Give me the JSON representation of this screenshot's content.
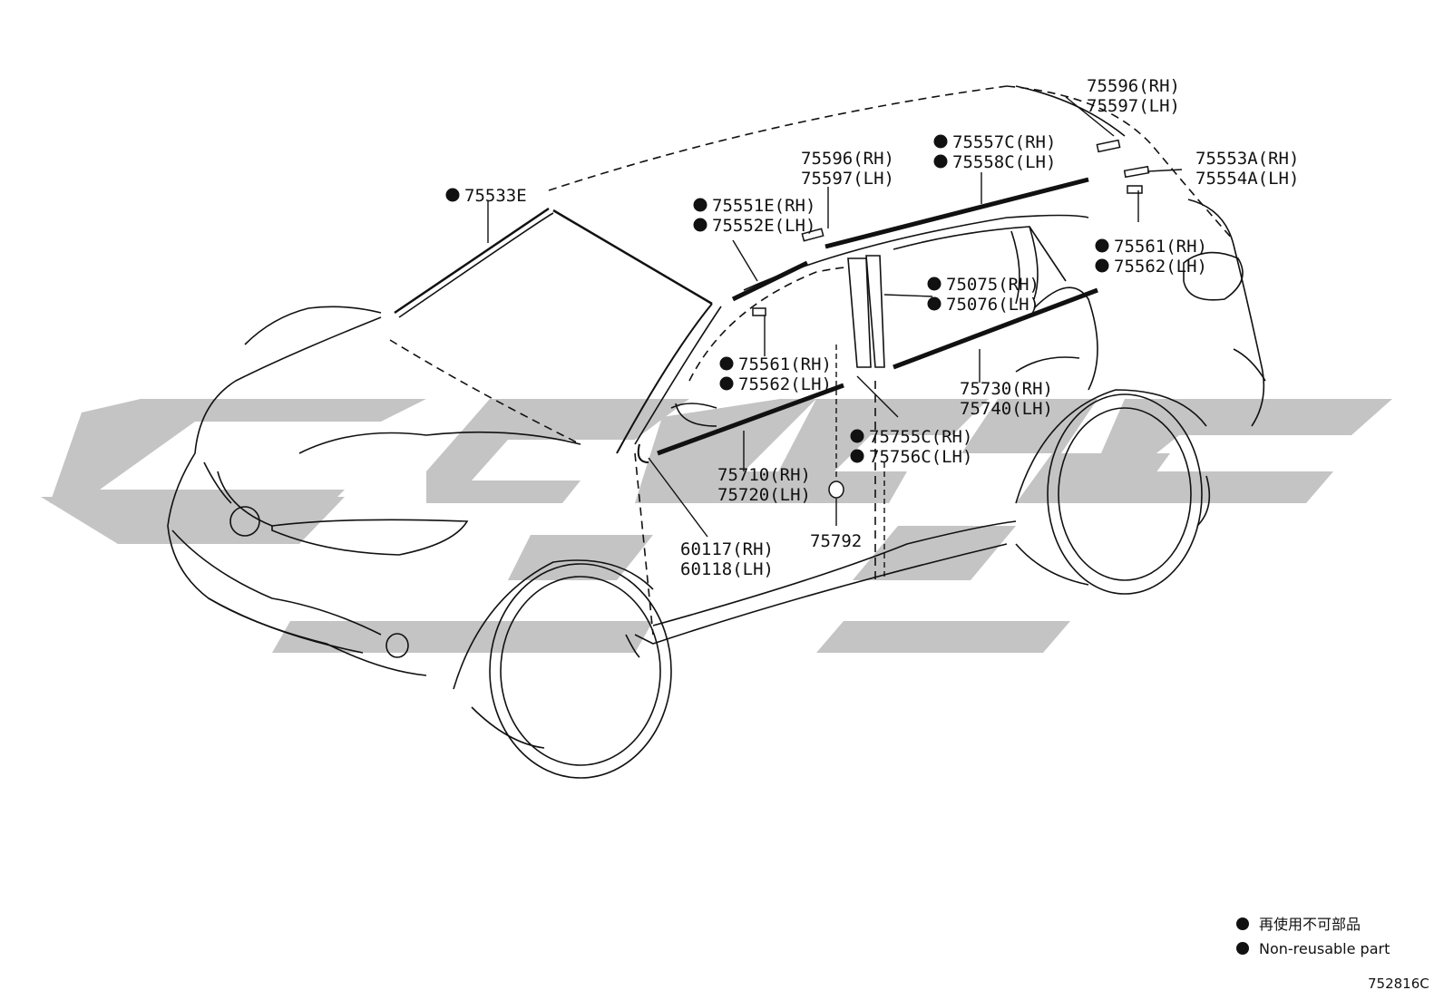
{
  "parts": [
    {
      "id": "75533e",
      "lines": [
        "75533E"
      ],
      "non_reusable": true
    },
    {
      "id": "75551e",
      "lines": [
        "75551E(RH)",
        "75552E(LH)"
      ],
      "non_reusable": true
    },
    {
      "id": "75596-front",
      "lines": [
        "75596(RH)",
        "75597(LH)"
      ],
      "non_reusable": false
    },
    {
      "id": "75557c",
      "lines": [
        "75557C(RH)",
        "75558C(LH)"
      ],
      "non_reusable": true
    },
    {
      "id": "75596-rear",
      "lines": [
        "75596(RH)",
        "75597(LH)"
      ],
      "non_reusable": false
    },
    {
      "id": "75553a",
      "lines": [
        "75553A(RH)",
        "75554A(LH)"
      ],
      "non_reusable": false
    },
    {
      "id": "75561-rear",
      "lines": [
        "75561(RH)",
        "75562(LH)"
      ],
      "non_reusable": true
    },
    {
      "id": "75075",
      "lines": [
        "75075(RH)",
        "75076(LH)"
      ],
      "non_reusable": true
    },
    {
      "id": "75561-front",
      "lines": [
        "75561(RH)",
        "75562(LH)"
      ],
      "non_reusable": true
    },
    {
      "id": "75730",
      "lines": [
        "75730(RH)",
        "75740(LH)"
      ],
      "non_reusable": false
    },
    {
      "id": "75755c",
      "lines": [
        "75755C(RH)",
        "75756C(LH)"
      ],
      "non_reusable": true
    },
    {
      "id": "75710",
      "lines": [
        "75710(RH)",
        "75720(LH)"
      ],
      "non_reusable": false
    },
    {
      "id": "75792",
      "lines": [
        "75792"
      ],
      "non_reusable": false
    },
    {
      "id": "60117",
      "lines": [
        "60117(RH)",
        "60118(LH)"
      ],
      "non_reusable": false
    }
  ],
  "legend": {
    "japanese": "再使用不可部品",
    "english": "Non-reusable part"
  },
  "diagram_code": "752816C",
  "colors": {
    "line": "#111111",
    "watermark": "#c4c4c4",
    "background": "#ffffff"
  }
}
